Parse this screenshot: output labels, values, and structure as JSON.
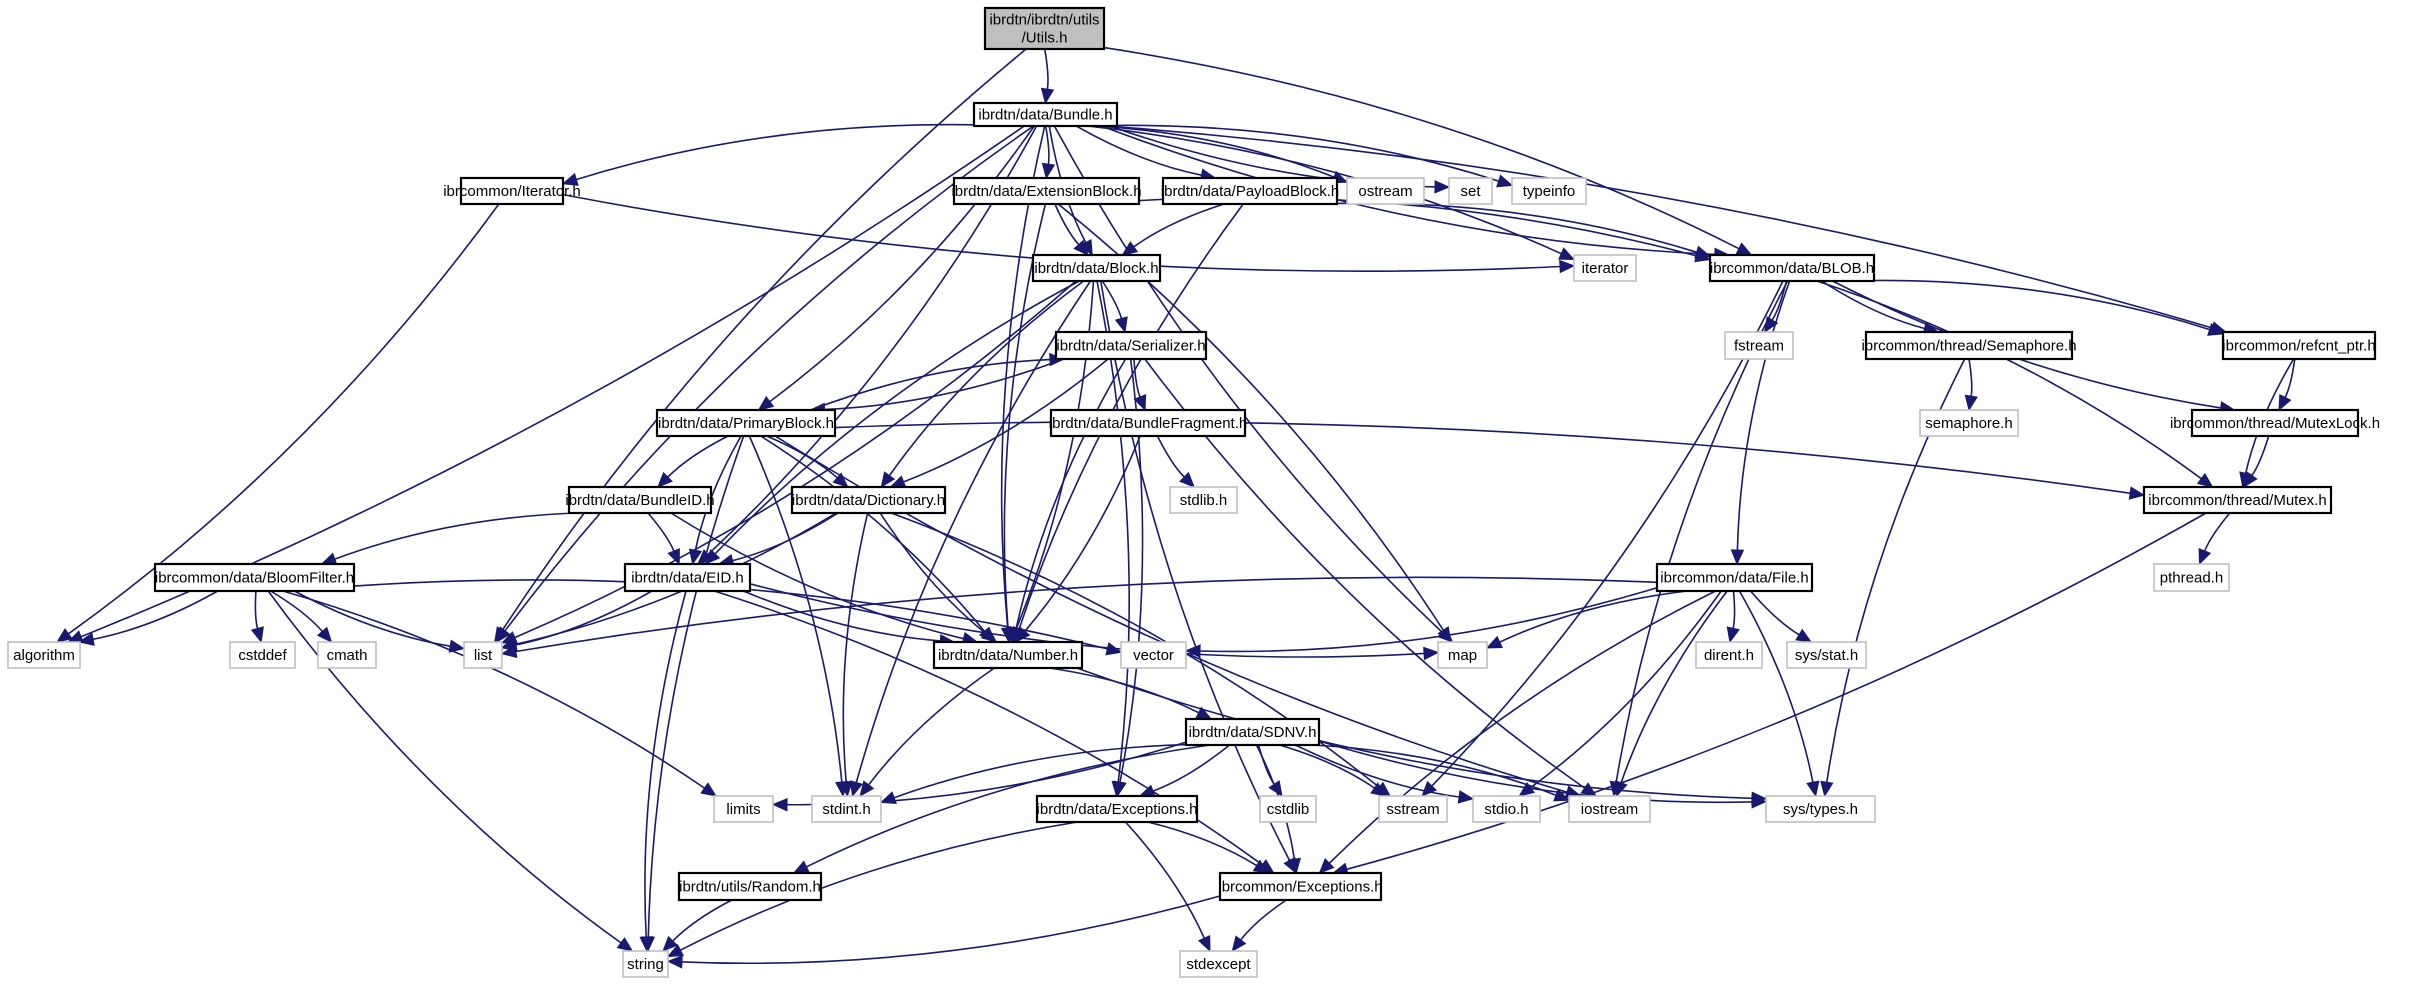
{
  "diagram": {
    "title": "Include dependency graph for ibrdtn/ibrdtn/utils/Utils.h",
    "colors": {
      "edge": "#191970",
      "root_fill": "#bfbfbf",
      "project_border": "#000000",
      "system_border": "#bfbfbf"
    },
    "nodes": [
      {
        "id": "utils",
        "label": [
          "ibrdtn/ibrdtn/utils",
          "/Utils.h"
        ],
        "kind": "root"
      },
      {
        "id": "bundle",
        "label": [
          "ibrdtn/data/Bundle.h"
        ],
        "kind": "project"
      },
      {
        "id": "iter_h",
        "label": [
          "ibrcommon/Iterator.h"
        ],
        "kind": "project"
      },
      {
        "id": "extblock",
        "label": [
          "ibrdtn/data/ExtensionBlock.h"
        ],
        "kind": "project"
      },
      {
        "id": "payload",
        "label": [
          "ibrdtn/data/PayloadBlock.h"
        ],
        "kind": "project"
      },
      {
        "id": "ostream",
        "label": [
          "ostream"
        ],
        "kind": "system"
      },
      {
        "id": "set",
        "label": [
          "set"
        ],
        "kind": "system"
      },
      {
        "id": "typeinfo",
        "label": [
          "typeinfo"
        ],
        "kind": "system"
      },
      {
        "id": "block",
        "label": [
          "ibrdtn/data/Block.h"
        ],
        "kind": "project"
      },
      {
        "id": "iterator",
        "label": [
          "iterator"
        ],
        "kind": "system"
      },
      {
        "id": "blob",
        "label": [
          "ibrcommon/data/BLOB.h"
        ],
        "kind": "project"
      },
      {
        "id": "serializer",
        "label": [
          "ibrdtn/data/Serializer.h"
        ],
        "kind": "project"
      },
      {
        "id": "fstream",
        "label": [
          "fstream"
        ],
        "kind": "system"
      },
      {
        "id": "semaphore_h",
        "label": [
          "ibrcommon/thread/Semaphore.h"
        ],
        "kind": "project"
      },
      {
        "id": "refcnt",
        "label": [
          "ibrcommon/refcnt_ptr.h"
        ],
        "kind": "project"
      },
      {
        "id": "primary",
        "label": [
          "ibrdtn/data/PrimaryBlock.h"
        ],
        "kind": "project"
      },
      {
        "id": "fragment",
        "label": [
          "ibrdtn/data/BundleFragment.h"
        ],
        "kind": "project"
      },
      {
        "id": "semaphore",
        "label": [
          "semaphore.h"
        ],
        "kind": "system"
      },
      {
        "id": "mutexlock",
        "label": [
          "ibrcommon/thread/MutexLock.h"
        ],
        "kind": "project"
      },
      {
        "id": "stdlib",
        "label": [
          "stdlib.h"
        ],
        "kind": "system"
      },
      {
        "id": "bundleid",
        "label": [
          "ibrdtn/data/BundleID.h"
        ],
        "kind": "project"
      },
      {
        "id": "dictionary",
        "label": [
          "ibrdtn/data/Dictionary.h"
        ],
        "kind": "project"
      },
      {
        "id": "mutex",
        "label": [
          "ibrcommon/thread/Mutex.h"
        ],
        "kind": "project"
      },
      {
        "id": "bloom",
        "label": [
          "ibrcommon/data/BloomFilter.h"
        ],
        "kind": "project"
      },
      {
        "id": "eid",
        "label": [
          "ibrdtn/data/EID.h"
        ],
        "kind": "project"
      },
      {
        "id": "file",
        "label": [
          "ibrcommon/data/File.h"
        ],
        "kind": "project"
      },
      {
        "id": "pthread",
        "label": [
          "pthread.h"
        ],
        "kind": "system"
      },
      {
        "id": "algorithm",
        "label": [
          "algorithm"
        ],
        "kind": "system"
      },
      {
        "id": "cstddef",
        "label": [
          "cstddef"
        ],
        "kind": "system"
      },
      {
        "id": "cmath",
        "label": [
          "cmath"
        ],
        "kind": "system"
      },
      {
        "id": "list",
        "label": [
          "list"
        ],
        "kind": "system"
      },
      {
        "id": "number",
        "label": [
          "ibrdtn/data/Number.h"
        ],
        "kind": "project"
      },
      {
        "id": "vector",
        "label": [
          "vector"
        ],
        "kind": "system"
      },
      {
        "id": "map",
        "label": [
          "map"
        ],
        "kind": "system"
      },
      {
        "id": "dirent",
        "label": [
          "dirent.h"
        ],
        "kind": "system"
      },
      {
        "id": "sysstat",
        "label": [
          "sys/stat.h"
        ],
        "kind": "system"
      },
      {
        "id": "sdnv",
        "label": [
          "ibrdtn/data/SDNV.h"
        ],
        "kind": "project"
      },
      {
        "id": "limits",
        "label": [
          "limits"
        ],
        "kind": "system"
      },
      {
        "id": "stdint",
        "label": [
          "stdint.h"
        ],
        "kind": "system"
      },
      {
        "id": "exc_dtn",
        "label": [
          "ibrdtn/data/Exceptions.h"
        ],
        "kind": "project"
      },
      {
        "id": "cstdlib",
        "label": [
          "cstdlib"
        ],
        "kind": "system"
      },
      {
        "id": "sstream",
        "label": [
          "sstream"
        ],
        "kind": "system"
      },
      {
        "id": "stdio",
        "label": [
          "stdio.h"
        ],
        "kind": "system"
      },
      {
        "id": "iostream",
        "label": [
          "iostream"
        ],
        "kind": "system"
      },
      {
        "id": "systypes",
        "label": [
          "sys/types.h"
        ],
        "kind": "system"
      },
      {
        "id": "random",
        "label": [
          "ibrdtn/utils/Random.h"
        ],
        "kind": "project"
      },
      {
        "id": "exc_common",
        "label": [
          "ibrcommon/Exceptions.h"
        ],
        "kind": "project"
      },
      {
        "id": "string",
        "label": [
          "string"
        ],
        "kind": "system"
      },
      {
        "id": "stdexcept",
        "label": [
          "stdexcept"
        ],
        "kind": "system"
      }
    ],
    "edges": [
      [
        "utils",
        "bundle"
      ],
      [
        "utils",
        "list"
      ],
      [
        "utils",
        "blob"
      ],
      [
        "bundle",
        "iter_h"
      ],
      [
        "bundle",
        "extblock"
      ],
      [
        "bundle",
        "payload"
      ],
      [
        "bundle",
        "ostream"
      ],
      [
        "bundle",
        "set"
      ],
      [
        "bundle",
        "typeinfo"
      ],
      [
        "bundle",
        "block"
      ],
      [
        "bundle",
        "iterator"
      ],
      [
        "bundle",
        "blob"
      ],
      [
        "bundle",
        "refcnt"
      ],
      [
        "bundle",
        "map"
      ],
      [
        "bundle",
        "primary"
      ],
      [
        "bundle",
        "number"
      ],
      [
        "bundle",
        "eid"
      ],
      [
        "bundle",
        "list"
      ],
      [
        "bundle",
        "algorithm"
      ],
      [
        "iter_h",
        "iterator"
      ],
      [
        "iter_h",
        "algorithm"
      ],
      [
        "extblock",
        "block"
      ],
      [
        "extblock",
        "blob"
      ],
      [
        "extblock",
        "number"
      ],
      [
        "extblock",
        "map"
      ],
      [
        "payload",
        "block"
      ],
      [
        "payload",
        "blob"
      ],
      [
        "payload",
        "number"
      ],
      [
        "block",
        "serializer"
      ],
      [
        "block",
        "dictionary"
      ],
      [
        "block",
        "number"
      ],
      [
        "block",
        "eid"
      ],
      [
        "block",
        "list"
      ],
      [
        "block",
        "stdint"
      ],
      [
        "block",
        "exc_dtn"
      ],
      [
        "block",
        "exc_common"
      ],
      [
        "serializer",
        "primary"
      ],
      [
        "serializer",
        "fragment"
      ],
      [
        "serializer",
        "dictionary"
      ],
      [
        "serializer",
        "number"
      ],
      [
        "serializer",
        "exc_dtn"
      ],
      [
        "serializer",
        "iostream"
      ],
      [
        "primary",
        "serializer"
      ],
      [
        "primary",
        "bundleid"
      ],
      [
        "primary",
        "dictionary"
      ],
      [
        "primary",
        "eid"
      ],
      [
        "primary",
        "number"
      ],
      [
        "primary",
        "string"
      ],
      [
        "primary",
        "mutex"
      ],
      [
        "primary",
        "iostream"
      ],
      [
        "primary",
        "stdint"
      ],
      [
        "fragment",
        "stdlib"
      ],
      [
        "fragment",
        "number"
      ],
      [
        "bundleid",
        "bloom"
      ],
      [
        "bundleid",
        "eid"
      ],
      [
        "bundleid",
        "number"
      ],
      [
        "dictionary",
        "eid"
      ],
      [
        "dictionary",
        "number"
      ],
      [
        "dictionary",
        "list"
      ],
      [
        "dictionary",
        "stdint"
      ],
      [
        "dictionary",
        "sstream"
      ],
      [
        "eid",
        "number"
      ],
      [
        "eid",
        "list"
      ],
      [
        "eid",
        "string"
      ],
      [
        "eid",
        "exc_common"
      ],
      [
        "eid",
        "map"
      ],
      [
        "bloom",
        "algorithm"
      ],
      [
        "bloom",
        "cstddef"
      ],
      [
        "bloom",
        "cmath"
      ],
      [
        "bloom",
        "list"
      ],
      [
        "bloom",
        "limits"
      ],
      [
        "bloom",
        "string"
      ],
      [
        "bloom",
        "vector"
      ],
      [
        "number",
        "stdint"
      ],
      [
        "number",
        "sdnv"
      ],
      [
        "number",
        "systypes"
      ],
      [
        "sdnv",
        "limits"
      ],
      [
        "sdnv",
        "stdint"
      ],
      [
        "sdnv",
        "exc_dtn"
      ],
      [
        "sdnv",
        "cstdlib"
      ],
      [
        "sdnv",
        "sstream"
      ],
      [
        "sdnv",
        "stdio"
      ],
      [
        "sdnv",
        "iostream"
      ],
      [
        "sdnv",
        "systypes"
      ],
      [
        "sdnv",
        "exc_common"
      ],
      [
        "sdnv",
        "random"
      ],
      [
        "exc_dtn",
        "exc_common"
      ],
      [
        "exc_dtn",
        "string"
      ],
      [
        "exc_dtn",
        "stdexcept"
      ],
      [
        "random",
        "string"
      ],
      [
        "exc_common",
        "string"
      ],
      [
        "exc_common",
        "stdexcept"
      ],
      [
        "blob",
        "fstream"
      ],
      [
        "blob",
        "semaphore_h"
      ],
      [
        "blob",
        "refcnt"
      ],
      [
        "blob",
        "mutexlock"
      ],
      [
        "blob",
        "mutex"
      ],
      [
        "blob",
        "file"
      ],
      [
        "blob",
        "sstream"
      ],
      [
        "blob",
        "iostream"
      ],
      [
        "semaphore_h",
        "semaphore"
      ],
      [
        "semaphore_h",
        "systypes"
      ],
      [
        "refcnt",
        "mutexlock"
      ],
      [
        "refcnt",
        "mutex"
      ],
      [
        "mutexlock",
        "mutex"
      ],
      [
        "mutex",
        "pthread"
      ],
      [
        "mutex",
        "exc_common"
      ],
      [
        "file",
        "list"
      ],
      [
        "file",
        "vector"
      ],
      [
        "file",
        "map"
      ],
      [
        "file",
        "dirent"
      ],
      [
        "file",
        "sysstat"
      ],
      [
        "file",
        "stdio"
      ],
      [
        "file",
        "iostream"
      ],
      [
        "file",
        "systypes"
      ],
      [
        "file",
        "exc_common"
      ]
    ]
  }
}
